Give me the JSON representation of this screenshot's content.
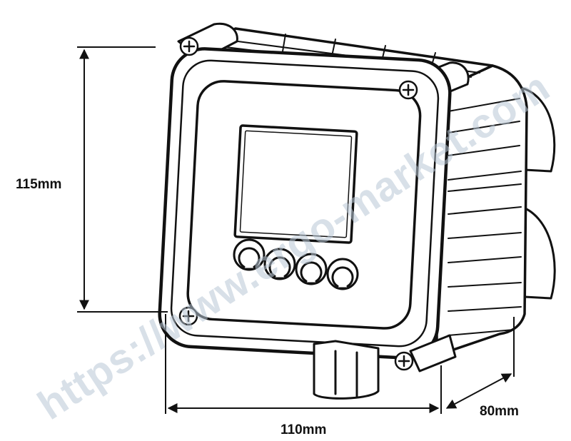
{
  "dimensions": {
    "height_label": "115mm",
    "width_label": "110mm",
    "depth_label": "80mm"
  },
  "watermark": {
    "text": "https://www.ergo-market.com"
  },
  "device": {
    "button_count": 4
  },
  "colors": {
    "outline": "#111111",
    "watermark": "#b9c8d6",
    "background": "#ffffff"
  }
}
